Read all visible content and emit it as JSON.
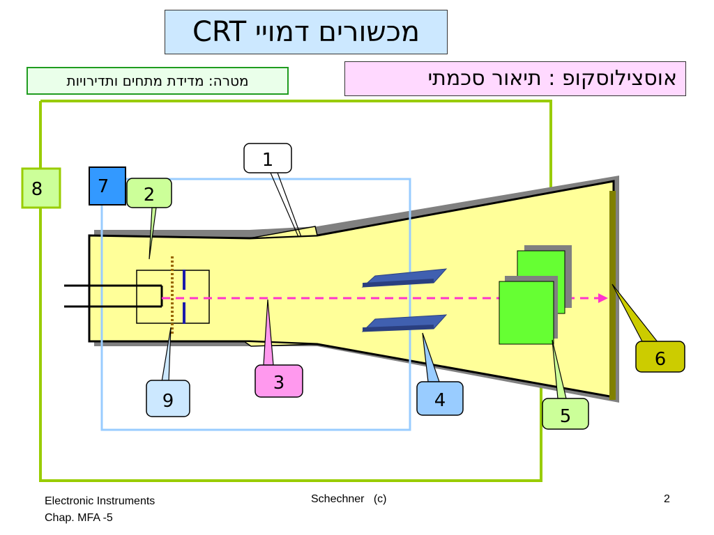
{
  "title": "מכשורים דמויי CRT",
  "subtitle": "אוסצילוסקופ : תיאור סכמתי",
  "goal": "מטרה: מדידת מתחים ותדירויות",
  "callouts": {
    "c1": "1",
    "c2": "2",
    "c3": "3",
    "c4": "4",
    "c5": "5",
    "c6": "6",
    "c7": "7",
    "c8": "8",
    "c9": "9"
  },
  "colors": {
    "tube_fill": "#ffff99",
    "plate_blue": "#4060b0",
    "plate_green": "#66ff33",
    "beam": "#ff33cc",
    "frame_light_blue": "#99ccff",
    "frame_green": "#99cc00",
    "screen": "#808000"
  },
  "footer": {
    "left_line1": "Electronic Instruments",
    "left_line2": "Chap. MFA -5",
    "center": "Schechner   (c)",
    "page": "2"
  }
}
